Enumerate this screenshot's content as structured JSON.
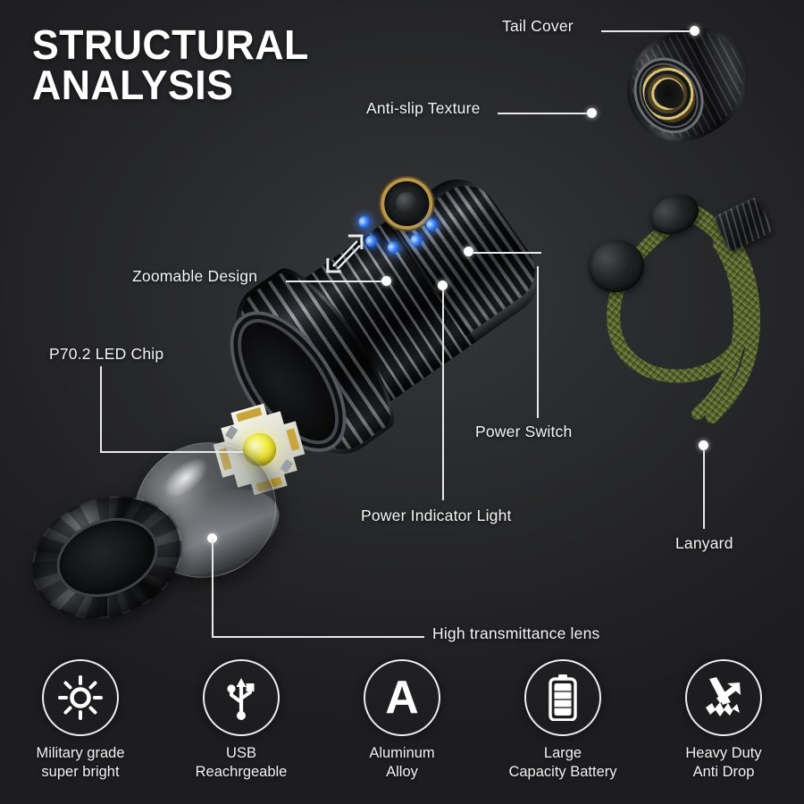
{
  "title": "STRUCTURAL\nANALYSIS",
  "background_color": "#232325",
  "callouts": [
    {
      "id": "tail-cover",
      "label": "Tail Cover"
    },
    {
      "id": "anti-slip-texture",
      "label": "Anti-slip Texture"
    },
    {
      "id": "zoomable-design",
      "label": "Zoomable Design"
    },
    {
      "id": "p70-led-chip",
      "label": "P70.2 LED Chip"
    },
    {
      "id": "power-switch",
      "label": "Power Switch"
    },
    {
      "id": "power-indicator-light",
      "label": "Power Indicator Light"
    },
    {
      "id": "lanyard",
      "label": "Lanyard"
    },
    {
      "id": "high-transmittance-lens",
      "label": "High transmittance lens"
    }
  ],
  "features": [
    {
      "icon": "sun-brightness-icon",
      "caption": "Military grade\nsuper bright"
    },
    {
      "icon": "usb-icon",
      "caption": "USB\nReachrgeable"
    },
    {
      "icon": "letter-a-icon",
      "caption": "Aluminum\nAlloy"
    },
    {
      "icon": "battery-icon",
      "caption": "Large\nCapacity Battery"
    },
    {
      "icon": "impact-drop-icon",
      "caption": "Heavy Duty\nAnti Drop"
    }
  ],
  "colors": {
    "text": "#f4f4f4",
    "leader": "#e9e9e9",
    "indicator_led": "#3b82f6",
    "switch_ring_gold": "#b9964a",
    "lanyard_green": "#6b7a34",
    "led_emitter": "#f4ef4a"
  }
}
